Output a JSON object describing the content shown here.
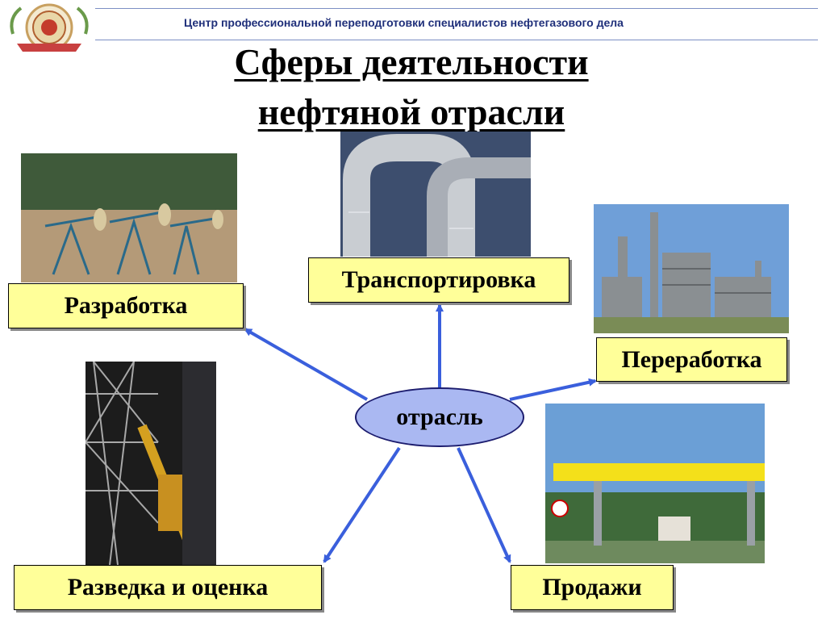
{
  "header": {
    "org_name": "Центр профессиональной переподготовки специалистов нефтегазового дела"
  },
  "title": {
    "line1": "Сферы деятельности",
    "line2": "нефтяной отрасли"
  },
  "center_node": {
    "label": "отрасль"
  },
  "nodes": {
    "development": "Разработка",
    "transportation": "Транспортировка",
    "processing": "Переработка",
    "exploration": "Разведка и оценка",
    "sales": "Продажи"
  },
  "colors": {
    "arrow": "#3a5fdc",
    "label_fill": "#ffff99",
    "ellipse_fill": "#aab8f2",
    "header_text": "#1f2f7a"
  },
  "icons": {
    "logo": "emblem-seal-icon"
  }
}
